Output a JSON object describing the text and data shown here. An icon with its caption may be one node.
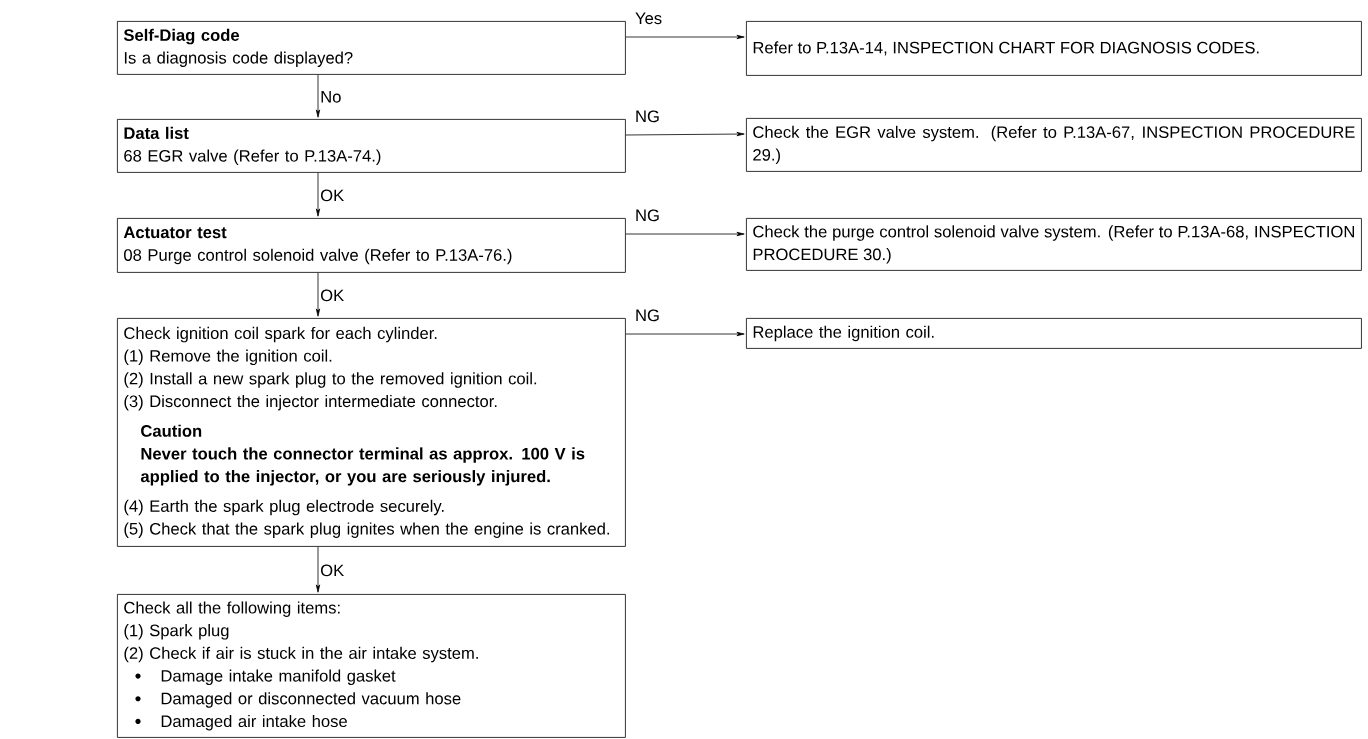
{
  "diagram": {
    "nodes": [
      {
        "text": [
          "Self-Diag code",
          "Is a diagnosis code displayed?"
        ]
      },
      {
        "text": [
          "Data list",
          "68 EGR valve (Refer to P.13A-74.)"
        ]
      },
      {
        "text": [
          "Actuator test",
          "08 Purge control solenoid valve (Refer to P.13A-76.)"
        ]
      },
      {
        "text": [
          "Check ignition coil spark for each cylinder.",
          "(1) Remove the ignition coil.",
          "(2) Install a new spark plug to the removed ignition coil.",
          "(3) Disconnect the injector intermediate connector.",
          "Caution",
          "Never touch the connector terminal as approx. 100 V is applied to the injector, or you are seriously injured.",
          "(4) Earth the spark plug electrode securely.",
          "(5) Check that the spark plug ignites when the engine is cranked."
        ]
      },
      {
        "text": [
          "Check all the following items:",
          "(1) Spark plug",
          "(2) Check if air is stuck in the air intake system.",
          "Damage intake manifold gasket",
          "Damaged or disconnected vacuum hose",
          "Damaged air intake hose"
        ]
      },
      {
        "text": [
          "Refer to P.13A-14, INSPECTION CHART FOR DIAGNOSIS CODES."
        ]
      },
      {
        "text": [
          "Check the EGR valve system. (Refer to P.13A-67, INSPECTION PROCEDURE 29.)"
        ]
      },
      {
        "text": [
          "Check the purge control solenoid valve system. (Refer to P.13A-68, INSPECTION PROCEDURE 30.)"
        ]
      },
      {
        "text": [
          "Replace the ignition coil."
        ]
      }
    ],
    "edges": [
      {
        "from": 0,
        "to": 5,
        "arrow": "to",
        "label": "Yes"
      },
      {
        "from": 0,
        "to": 1,
        "arrow": "to",
        "label": "No"
      },
      {
        "from": 1,
        "to": 6,
        "arrow": "to",
        "label": "NG"
      },
      {
        "from": 1,
        "to": 2,
        "arrow": "to",
        "label": "OK"
      },
      {
        "from": 2,
        "to": 7,
        "arrow": "to",
        "label": "NG"
      },
      {
        "from": 2,
        "to": 3,
        "arrow": "to",
        "label": "OK"
      },
      {
        "from": 3,
        "to": 8,
        "arrow": "to",
        "label": "NG"
      },
      {
        "from": 3,
        "to": 4,
        "arrow": "to",
        "label": "OK"
      }
    ]
  }
}
